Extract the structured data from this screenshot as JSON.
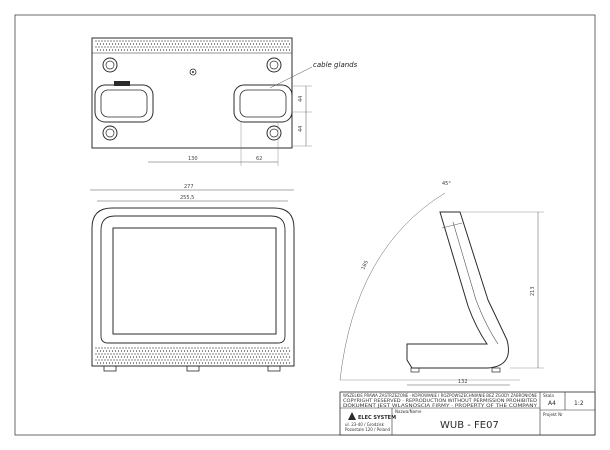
{
  "callout": {
    "cable_glands": "cable glands"
  },
  "dimensions": {
    "d130": "130",
    "d62": "62",
    "d44a": "44",
    "d44b": "44",
    "d277": "277",
    "d255": "255,5",
    "d185": "185",
    "d213": "213",
    "d132": "132",
    "angle": "45°"
  },
  "title_block": {
    "copyright_lines": [
      "WSZELKIE PRAWA ZASTRZEZONE · KOPIOWANIE I ROZPOWSZECHNIANIE BEZ ZGODY ZABRONIONE",
      "COPYRIGHT RESERVED · REPRODUCTION WITHOUT PERMISSION PROHIBITED",
      "DOKUMENT JEST WLASNOSCIA FIRMY · PROPERTY OF THE COMPANY"
    ],
    "company_logo_text": "ELEC SYSTEM",
    "address_lines": [
      "ul. 23-40 / Grodzisk",
      "Pozostale 120 / Poland"
    ],
    "drawing_label": "Nazwa/Name",
    "drawing_number": "WUB - FE07",
    "format": "A4",
    "scale_label": "Skala",
    "scale": "1:2",
    "project_label": "Projekt Nr"
  },
  "colors": {
    "line": "#2b2b2b",
    "thin": "#666666",
    "dim": "#555555"
  }
}
